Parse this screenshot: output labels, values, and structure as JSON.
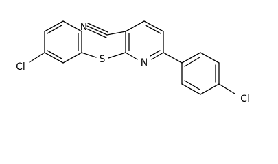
{
  "molecule": {
    "atoms": {
      "nitrile_n": "N",
      "ring_n": "N",
      "sulfur": "S",
      "chlorine_left": "Cl",
      "chlorine_right": "Cl"
    }
  }
}
